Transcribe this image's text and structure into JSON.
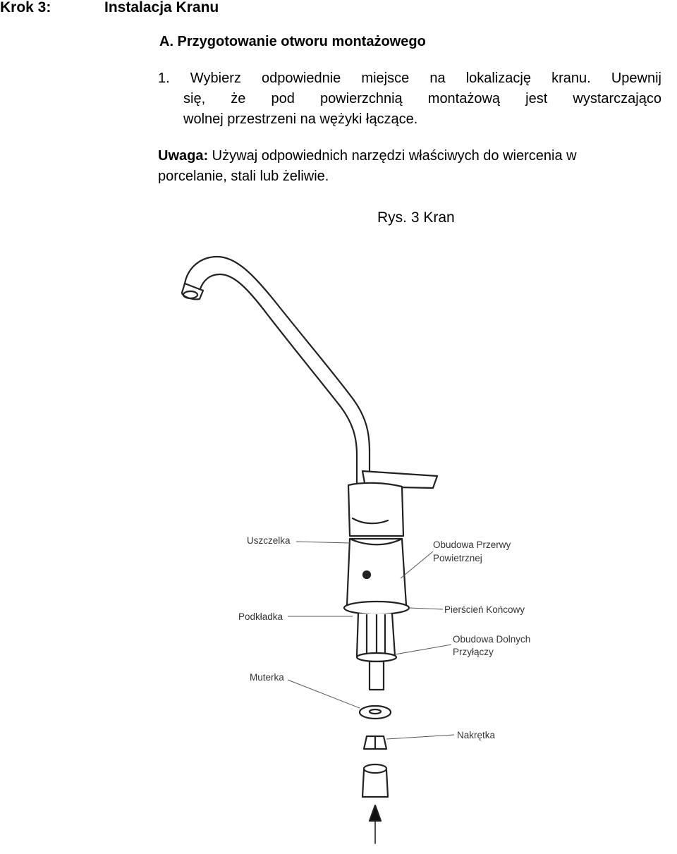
{
  "header": {
    "step_label": "Krok 3:",
    "step_title": "Instalacja Kranu"
  },
  "section": {
    "title": "A. Przygotowanie otworu montażowego"
  },
  "instructions": {
    "item_1_line_1": "1. Wybierz odpowiednie miejsce na lokalizację kranu. Upewnij",
    "item_1_line_2": "się, że pod powierzchnią montażową jest wystarczająco",
    "item_1_line_3": "wolnej przestrzeni na wężyki łączące."
  },
  "note": {
    "label": "Uwaga:",
    "text": " Używaj odpowiednich narzędzi właściwych do wiercenia w",
    "text_line_2": "porcelanie, stali lub żeliwie."
  },
  "figure": {
    "caption": "Rys. 3 Kran",
    "labels": {
      "uszczelka": "Uszczelka",
      "obudowa_przerwy_1": "Obudowa Przerwy",
      "obudowa_przerwy_2": "Powietrznej",
      "podkladka": "Podkładka",
      "pierscien": "Pierścień Końcowy",
      "obudowa_dolnych_1": "Obudowa Dolnych",
      "obudowa_dolnych_2": "Przyłączy",
      "muterka": "Muterka",
      "nakretka": "Nakrętka"
    }
  }
}
